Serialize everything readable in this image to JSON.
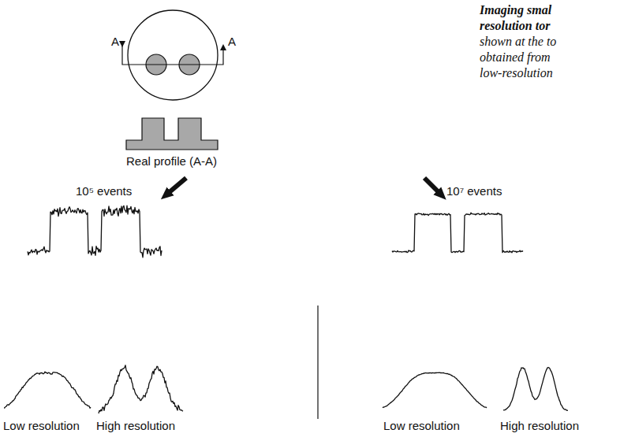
{
  "diagram": {
    "labels": [
      "Imaging smal",
      "resolution tor",
      "shown at the to",
      "obtained from",
      "low-resolution",
      "A",
      "A",
      "Real profile (A-A)",
      "10⁵ events",
      "Low resolution",
      "High resolution",
      "10⁷ events",
      "Low resolution",
      "High resolution"
    ]
  }
}
